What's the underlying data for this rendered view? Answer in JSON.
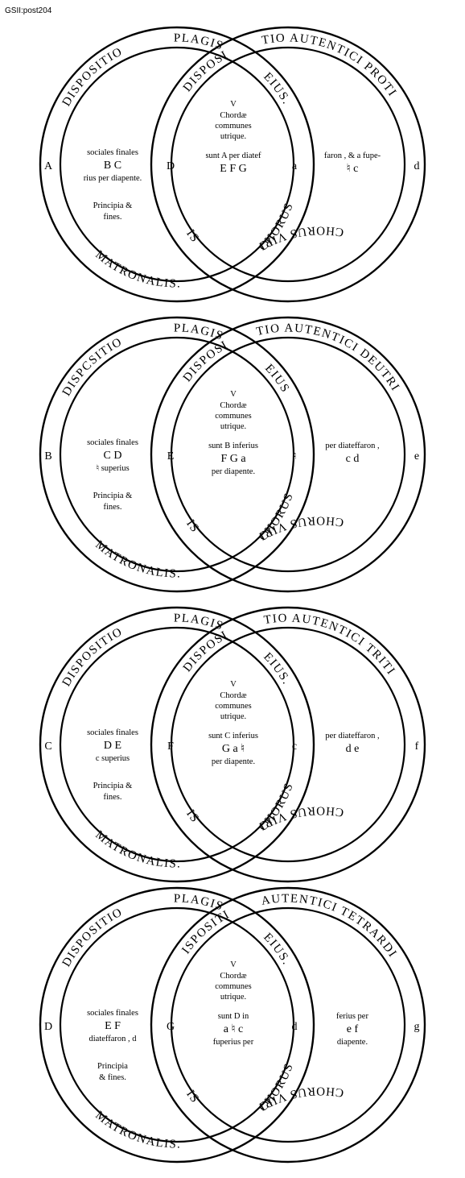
{
  "header": "GSII:post204",
  "diagrams": [
    {
      "plagal_ring_top": "PLAGIS",
      "authentic_ring_top": "TIO AUTENTICI PROTI",
      "plagal_ring_left": "DISPOSITIO",
      "plagal_ring_bottom": "MATRONALIS.",
      "authentic_ring_bottom": "CHORUS VIRI",
      "inner_left": "DISPOSI",
      "inner_left_bottom": "LIS.",
      "inner_right": "EIUS.",
      "inner_right_bottom": "CHORUS",
      "left_letter": "A",
      "left_notes": [
        "sociales finales",
        "B   C",
        "rius per diapente."
      ],
      "left_principia": [
        "Principia &",
        "fines."
      ],
      "inner_d": "D",
      "center_v": "V",
      "center_text": [
        "Chordæ",
        "communes",
        "utrique."
      ],
      "center_mid": "sunt A per diatef",
      "center_letters": "E  F  G",
      "center_extra": "",
      "after_center": "a",
      "right_text": "faron , & a fupe-",
      "right_letters": "♮       c",
      "right_letter": "d"
    },
    {
      "plagal_ring_top": "PLAGIS",
      "authentic_ring_top": "TIO AUTENTICI DEUTRI",
      "plagal_ring_left": "DISPCSITIO",
      "plagal_ring_bottom": "MATRONALIS.",
      "authentic_ring_bottom": "CHORUS VIRI",
      "inner_left": "DISPOSI",
      "inner_left_bottom": "LIS.",
      "inner_right": "EIUS",
      "inner_right_bottom": "CHORUS",
      "left_letter": "B",
      "left_notes": [
        "sociales finales",
        "C   D",
        "♮ superius"
      ],
      "left_principia": [
        "Principia &",
        "fines."
      ],
      "inner_d": "E",
      "center_v": "V",
      "center_text": [
        "Chordæ",
        "communes",
        "utrique."
      ],
      "center_mid": "sunt B inferius",
      "center_letters": "F  G  a",
      "center_extra": "per diapente.",
      "after_center": "♮",
      "right_text": "per diateffaron ,",
      "right_letters": "c    d",
      "right_letter": "e"
    },
    {
      "plagal_ring_top": "PLAGIS",
      "authentic_ring_top": "TIO AUTENTICI TRITI",
      "plagal_ring_left": "DISPOSITIO",
      "plagal_ring_bottom": "MATRONALIS.",
      "authentic_ring_bottom": "CHORUS VIRI",
      "inner_left": "DISPOSI",
      "inner_left_bottom": "LIS.",
      "inner_right": "EIUS.",
      "inner_right_bottom": "CHORUS",
      "left_letter": "C",
      "left_notes": [
        "sociales finales",
        "D   E",
        "c superius"
      ],
      "left_principia": [
        "Principia &",
        "fines."
      ],
      "inner_d": "F",
      "center_v": "V",
      "center_text": [
        "Chordæ",
        "communes",
        "utrique."
      ],
      "center_mid": "sunt C inferius",
      "center_letters": "G  a  ♮",
      "center_extra": "per diapente.",
      "after_center": "c",
      "right_text": "per diateffaron ,",
      "right_letters": "d    e",
      "right_letter": "f"
    },
    {
      "plagal_ring_top": "PLAGIS",
      "authentic_ring_top": "AUTENTICI TETRARDI",
      "plagal_ring_left": "DISPOSITIO",
      "plagal_ring_bottom": "MATRONALIS.",
      "authentic_ring_bottom": "CHORUS VIRI",
      "inner_left": "DISPOSITIO",
      "inner_left_bottom": "LIS.",
      "inner_right": "EIUS.",
      "inner_right_bottom": "CHORUS",
      "left_letter": "D",
      "left_notes": [
        "sociales finales",
        "E   F",
        "diateffaron , d"
      ],
      "left_principia": [
        "Principia",
        "& fines."
      ],
      "inner_d": "G",
      "center_v": "V",
      "center_text": [
        "Chordæ",
        "communes",
        "utrique."
      ],
      "center_mid": "sunt D in",
      "center_letters": "a  ♮  c",
      "center_extra": "fuperius per",
      "after_center": "d",
      "right_text": "ferius per",
      "right_letters": "e    f",
      "right_extra": "diapente.",
      "right_letter": "g"
    }
  ]
}
